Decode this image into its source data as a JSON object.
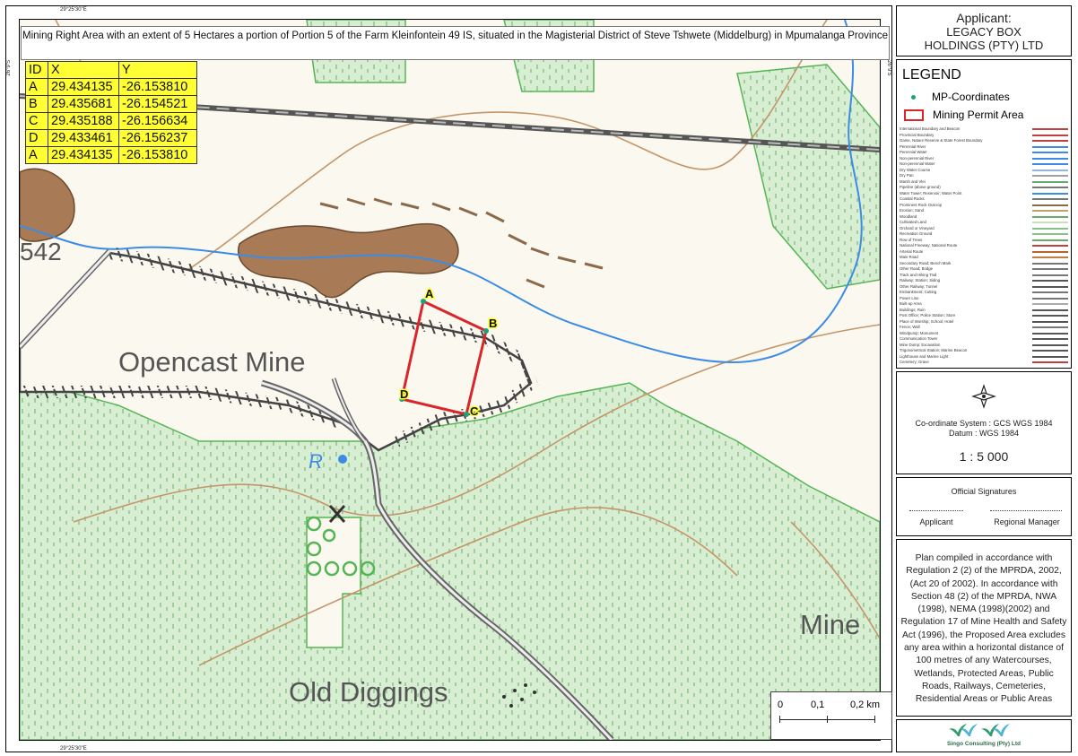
{
  "title": "Mining Right Area with an extent of 5 Hectares a portion of Portion 5 of the Farm Kleinfontein 49 IS, situated in the Magisterial District of Steve Tshwete (Middelburg) in Mpumalanga Province",
  "graticule": {
    "top_left": "29°25'30\"E",
    "bottom_left": "29°25'30\"E",
    "left_top": "26°9'S",
    "right_top": "26°9'S"
  },
  "coordinate_table": {
    "headers": [
      "ID",
      "X",
      "Y"
    ],
    "rows": [
      [
        "A",
        "29.434135",
        "-26.153810"
      ],
      [
        "B",
        "29.435681",
        "-26.154521"
      ],
      [
        "C",
        "29.435188",
        "-26.156634"
      ],
      [
        "D",
        "29.433461",
        "-26.156237"
      ],
      [
        "A",
        "29.434135",
        "-26.153810"
      ]
    ]
  },
  "map_labels": {
    "opencast": "Opencast Mine",
    "old_diggings": "Old Diggings",
    "mine": "Mine",
    "road_number": "542",
    "reservoir": "R",
    "point_a": "A",
    "point_b": "B",
    "point_c": "C",
    "point_d": "D"
  },
  "scale_bar": {
    "labels": [
      "0",
      "0,1",
      "0,2 km"
    ]
  },
  "applicant": {
    "label": "Applicant:",
    "name": "LEGACY BOX HOLDINGS (PTY) LTD"
  },
  "legend": {
    "title": "LEGEND",
    "items": [
      {
        "label": "MP-Coordinates",
        "color": "#1aa37a"
      },
      {
        "label": "Mining Permit Area",
        "color": "#d9262b"
      }
    ],
    "topo_items": [
      "International Boundary and Beacon",
      "Provincial Boundary",
      "Game, Nature Reserve & State Forest Boundary",
      "Perennial River",
      "Perennial Water",
      "Non-perennial River",
      "Non-perennial Water",
      "Dry Water Course",
      "Dry Pan",
      "Marsh and Vlei",
      "Pipeline (above ground)",
      "Water Tower; Reservoir; Water Point",
      "Coastal Rocks",
      "Prominent Rock Outcrop",
      "Erosion; Sand",
      "Woodland",
      "Cultivated Land",
      "Orchard or Vineyard",
      "Recreation Ground",
      "Row of Trees",
      "National Freeway; National Route",
      "Arterial Route",
      "Main Road",
      "Secondary Road; Bench Mark",
      "Other Road; Bridge",
      "Track and Hiking Trail",
      "Railway; Station; Siding",
      "Other Railway; Tunnel",
      "Embankment; Cutting",
      "Power Line",
      "Built-up Area",
      "Buildings; Ruin",
      "Post Office; Police Station; Store",
      "Place of Worship; School; Hotel",
      "Fence; Wall",
      "Windpump; Monument",
      "Communication Tower",
      "Mine Dump; Excavation",
      "Trigonometrical Station; Marine Beacon",
      "Lighthouse and Marine Light",
      "Cemetery; Grave"
    ]
  },
  "projection": {
    "system": "Co-ordinate System : GCS WGS 1984",
    "datum": "Datum : WGS 1984",
    "scale": "1 : 5 000"
  },
  "signatures": {
    "title": "Official Signatures",
    "applicant": "Applicant",
    "manager": "Regional Manager"
  },
  "compliance_note": "Plan compiled in accordance with Regulation 2 (2) of the MPRDA, 2002, (Act 20 of 2002). In accordance with Section 48 (2) of the MPRDA, NWA (1998), NEMA (1998)(2002) and Regulation 17 of Mine Health and Safety Act (1996), the Proposed Area excludes any area within a horizontal distance of 100 metres of any Watercourses, Wetlands, Protected Areas, Public Roads, Railways, Cemeteries, Residential Areas or Public Areas",
  "company": {
    "name": "Singo Consulting (Pty) Ltd",
    "color": "#2e9b6a"
  },
  "colors": {
    "woodland": "#cfe8c8",
    "contour": "#b9885a",
    "river": "#3c8ce6",
    "road": "#7a7a7a",
    "boundary": "#d9262b",
    "table": "#ffff33"
  }
}
